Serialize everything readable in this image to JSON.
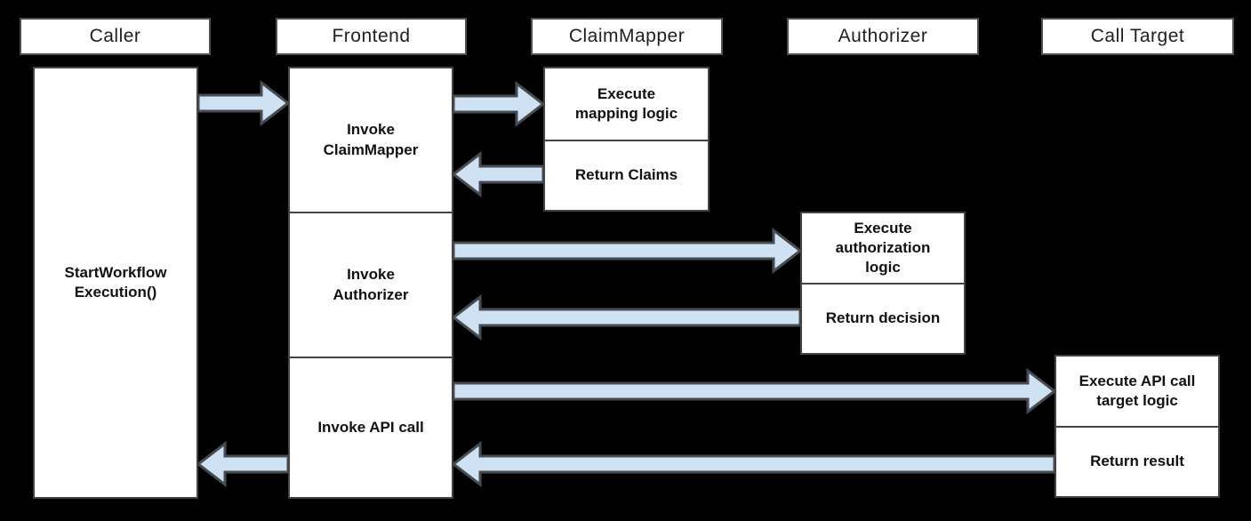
{
  "canvas": {
    "background": "#000000",
    "box_fill": "#ffffff",
    "box_border": "#434343",
    "arrow_fill": "#cfe2f3",
    "arrow_border": "#474c52"
  },
  "lanes": [
    {
      "label": "Caller"
    },
    {
      "label": "Frontend"
    },
    {
      "label": "ClaimMapper"
    },
    {
      "label": "Authorizer"
    },
    {
      "label": "Call Target"
    }
  ],
  "activations": {
    "caller": "StartWorkflow\nExecution()",
    "frontend_invoke_claimmapper": "Invoke\nClaimMapper",
    "frontend_invoke_authorizer": "Invoke\nAuthorizer",
    "frontend_invoke_api_call": "Invoke API call",
    "claimmapper_execute": "Execute\nmapping logic",
    "claimmapper_return": "Return Claims",
    "authorizer_execute": "Execute\nauthorization\nlogic",
    "authorizer_return": "Return decision",
    "calltarget_execute": "Execute API call\ntarget logic",
    "calltarget_return": "Return result"
  }
}
